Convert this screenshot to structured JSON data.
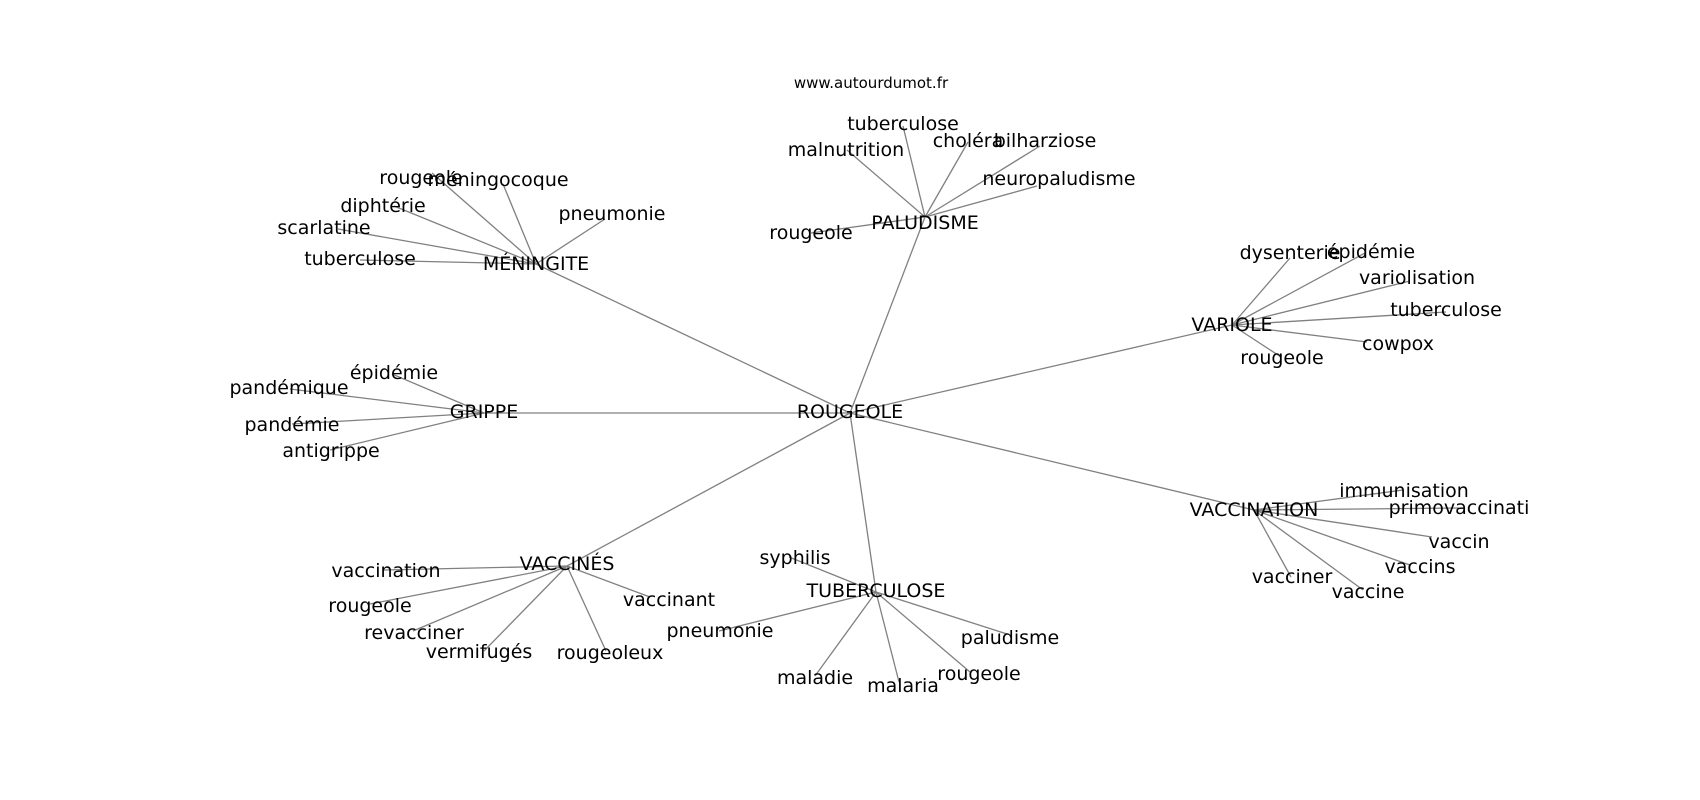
{
  "header": {
    "credit": "www.autourdumot.fr"
  },
  "center": "ROUGEOLE",
  "hubs": [
    {
      "id": "meningite",
      "label": "MÉNINGITE",
      "leaves": [
        "rougeole",
        "méningocoque",
        "diphtérie",
        "scarlatine",
        "tuberculose",
        "pneumonie"
      ]
    },
    {
      "id": "paludisme",
      "label": "PALUDISME",
      "leaves": [
        "tuberculose",
        "malnutrition",
        "choléra",
        "bilharziose",
        "neuropaludisme",
        "rougeole"
      ]
    },
    {
      "id": "variole",
      "label": "VARIOLE",
      "leaves": [
        "dysenterie",
        "épidémie",
        "variolisation",
        "tuberculose",
        "cowpox",
        "rougeole"
      ]
    },
    {
      "id": "grippe",
      "label": "GRIPPE",
      "leaves": [
        "épidémie",
        "pandémique",
        "pandémie",
        "antigrippe"
      ]
    },
    {
      "id": "vaccination",
      "label": "VACCINATION",
      "leaves": [
        "immunisation",
        "primovaccinati",
        "vaccin",
        "vaccins",
        "vacciner",
        "vaccine"
      ]
    },
    {
      "id": "vaccines",
      "label": "VACCINÉS",
      "leaves": [
        "vaccination",
        "rougeole",
        "revacciner",
        "vermifugés",
        "rougeoleux",
        "vaccinant"
      ]
    },
    {
      "id": "tuberculose",
      "label": "TUBERCULOSE",
      "leaves": [
        "syphilis",
        "pneumonie",
        "maladie",
        "malaria",
        "rougeole",
        "paludisme"
      ]
    }
  ]
}
